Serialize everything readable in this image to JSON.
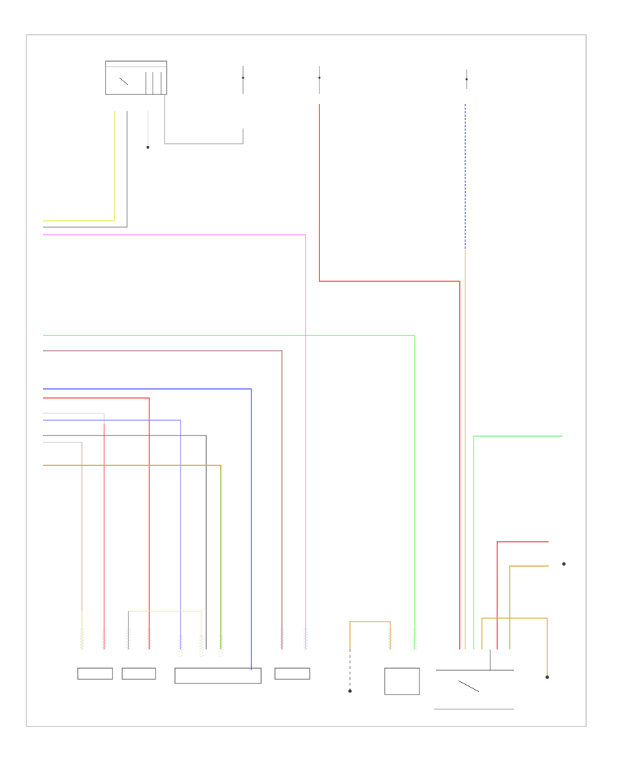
{
  "figure_id": "",
  "legend": [
    "",
    ""
  ],
  "colors": {
    "frame": "#aaaaaa",
    "black": "#777777",
    "pink": "#ff99ff",
    "red": "#ff4444",
    "blue": "#5555ff",
    "green": "#55dd55",
    "yellow": "#eeee66",
    "orange": "#ddaa44",
    "brown": "#aa7777",
    "gray": "#999999",
    "white": "#dddddd"
  },
  "components": [
    {
      "name": "",
      "kind": "relay-box"
    },
    {
      "name": "",
      "kind": "fuse"
    },
    {
      "name": "",
      "kind": "fuse"
    },
    {
      "name": "",
      "kind": "fuse"
    },
    {
      "name": "",
      "kind": "ground"
    },
    {
      "name": "",
      "kind": "sensor"
    },
    {
      "name": "",
      "kind": "sensor"
    },
    {
      "name": "",
      "kind": "sensor"
    },
    {
      "name": "",
      "kind": "sensor"
    },
    {
      "name": "",
      "kind": "ground"
    },
    {
      "name": "",
      "kind": "valve"
    },
    {
      "name": "",
      "kind": "module"
    },
    {
      "name": "",
      "kind": "ground"
    },
    {
      "name": "",
      "kind": "sensor"
    }
  ]
}
